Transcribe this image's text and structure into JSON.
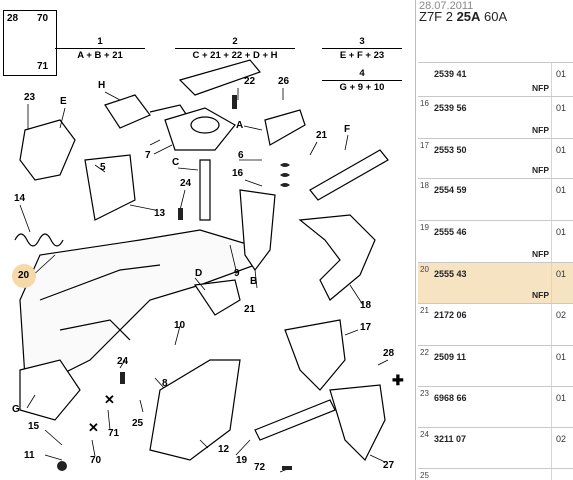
{
  "header": {
    "date_partial": "28.07.2011",
    "model_prefix": "Z7F 2 ",
    "model_bold": "25A",
    "model_suffix": " 60A"
  },
  "diagram": {
    "topbox_labels": [
      "28",
      "70",
      "71"
    ],
    "groups": [
      {
        "num": "1",
        "formula": "A + B + 21"
      },
      {
        "num": "2",
        "formula": "C + 21 + 22 + D + H"
      },
      {
        "num": "3",
        "formula": "E + F + 23"
      },
      {
        "num": "4",
        "formula": "G + 9 + 10"
      }
    ],
    "labels": [
      "23",
      "E",
      "H",
      "22",
      "26",
      "A",
      "21",
      "F",
      "7",
      "C",
      "6",
      "16",
      "24",
      "14",
      "13",
      "5",
      "9",
      "20",
      "D",
      "B",
      "18",
      "21",
      "17",
      "10",
      "28",
      "24",
      "8",
      "G",
      "25",
      "12",
      "71",
      "15",
      "11",
      "70",
      "19",
      "72",
      "27",
      "7"
    ]
  },
  "parts": [
    {
      "idx": "",
      "ref": "2539 41",
      "qty": "01",
      "nfp": "NFP",
      "selected": false
    },
    {
      "idx": "16",
      "ref": "2539 56",
      "qty": "01",
      "nfp": "NFP",
      "selected": false
    },
    {
      "idx": "17",
      "ref": "2553 50",
      "qty": "01",
      "nfp": "NFP",
      "selected": false
    },
    {
      "idx": "18",
      "ref": "2554 59",
      "qty": "01",
      "nfp": "",
      "selected": false
    },
    {
      "idx": "19",
      "ref": "2555 46",
      "qty": "01",
      "nfp": "NFP",
      "selected": false
    },
    {
      "idx": "20",
      "ref": "2555 43",
      "qty": "01",
      "nfp": "NFP",
      "selected": true
    },
    {
      "idx": "21",
      "ref": "2172 06",
      "qty": "02",
      "nfp": "",
      "selected": false
    },
    {
      "idx": "22",
      "ref": "2509 11",
      "qty": "01",
      "nfp": "",
      "selected": false
    },
    {
      "idx": "23",
      "ref": "6968 66",
      "qty": "01",
      "nfp": "",
      "selected": false
    },
    {
      "idx": "24",
      "ref": "3211 07",
      "qty": "02",
      "nfp": "",
      "selected": false
    },
    {
      "idx": "25",
      "ref": "",
      "qty": "",
      "nfp": "",
      "selected": false
    }
  ]
}
